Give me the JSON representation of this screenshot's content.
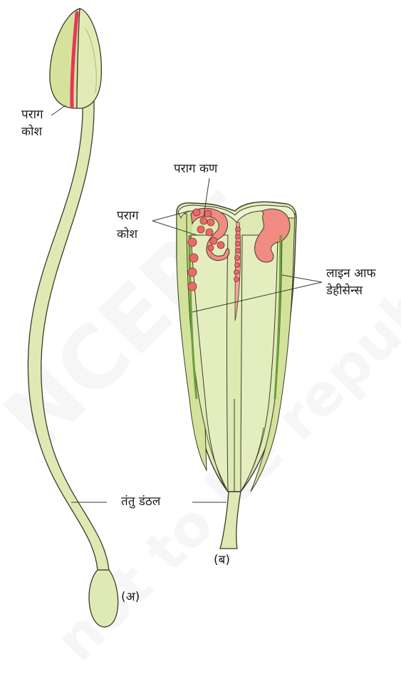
{
  "watermark": {
    "line1": "NCERT",
    "line2": "not to be republished"
  },
  "labels": {
    "a_anther": [
      "पराग",
      "कोश"
    ],
    "b_pollen_grains": "पराग कण",
    "b_pollen_sacs": [
      "पराग",
      "कोश"
    ],
    "b_dehiscence": [
      "लाइन आफ",
      "डेहीसेन्स"
    ],
    "filament": "तंतु डंठल",
    "caption_a": "(अ)",
    "caption_b": "(ब)"
  },
  "colors": {
    "tissue_fill": "#dfe9b4",
    "tissue_dark": "#c6d88c",
    "outline": "#3a3d2a",
    "pollen": "#e96a6a",
    "sac_fill": "#f08c84",
    "slit": "#e8365a",
    "groove": "#6aa03a"
  }
}
